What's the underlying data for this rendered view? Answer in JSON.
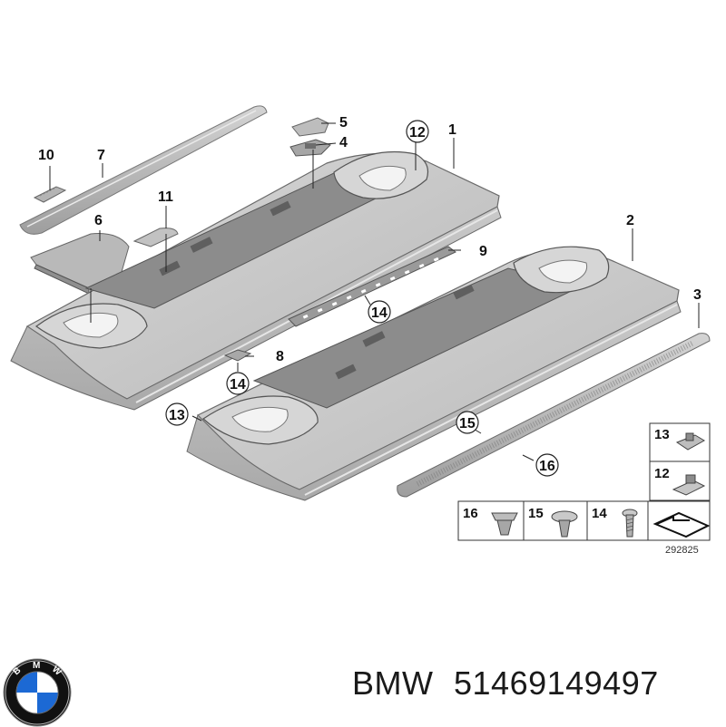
{
  "diagram": {
    "callouts": [
      {
        "id": "c1",
        "label": "1"
      },
      {
        "id": "c2",
        "label": "2"
      },
      {
        "id": "c3",
        "label": "3"
      },
      {
        "id": "c4",
        "label": "4"
      },
      {
        "id": "c5",
        "label": "5"
      },
      {
        "id": "c6",
        "label": "6"
      },
      {
        "id": "c7",
        "label": "7"
      },
      {
        "id": "c8",
        "label": "8"
      },
      {
        "id": "c9",
        "label": "9"
      },
      {
        "id": "c10",
        "label": "10"
      },
      {
        "id": "c11",
        "label": "11"
      },
      {
        "id": "c12",
        "label": "12"
      },
      {
        "id": "c13",
        "label": "13"
      },
      {
        "id": "c14a",
        "label": "14"
      },
      {
        "id": "c14b",
        "label": "14"
      },
      {
        "id": "c15",
        "label": "15"
      },
      {
        "id": "c16",
        "label": "16"
      }
    ],
    "legend": {
      "right": [
        {
          "label": "13"
        },
        {
          "label": "12"
        }
      ],
      "bottom": [
        {
          "label": "16"
        },
        {
          "label": "15"
        },
        {
          "label": "14"
        }
      ]
    },
    "reference_number": "292825"
  },
  "caption": {
    "brand": "BMW",
    "part_number": "51469149497"
  },
  "logo": {
    "text": "BMW",
    "colors": {
      "blue": "#1c69d4",
      "white": "#ffffff",
      "ring": "#111111"
    }
  }
}
